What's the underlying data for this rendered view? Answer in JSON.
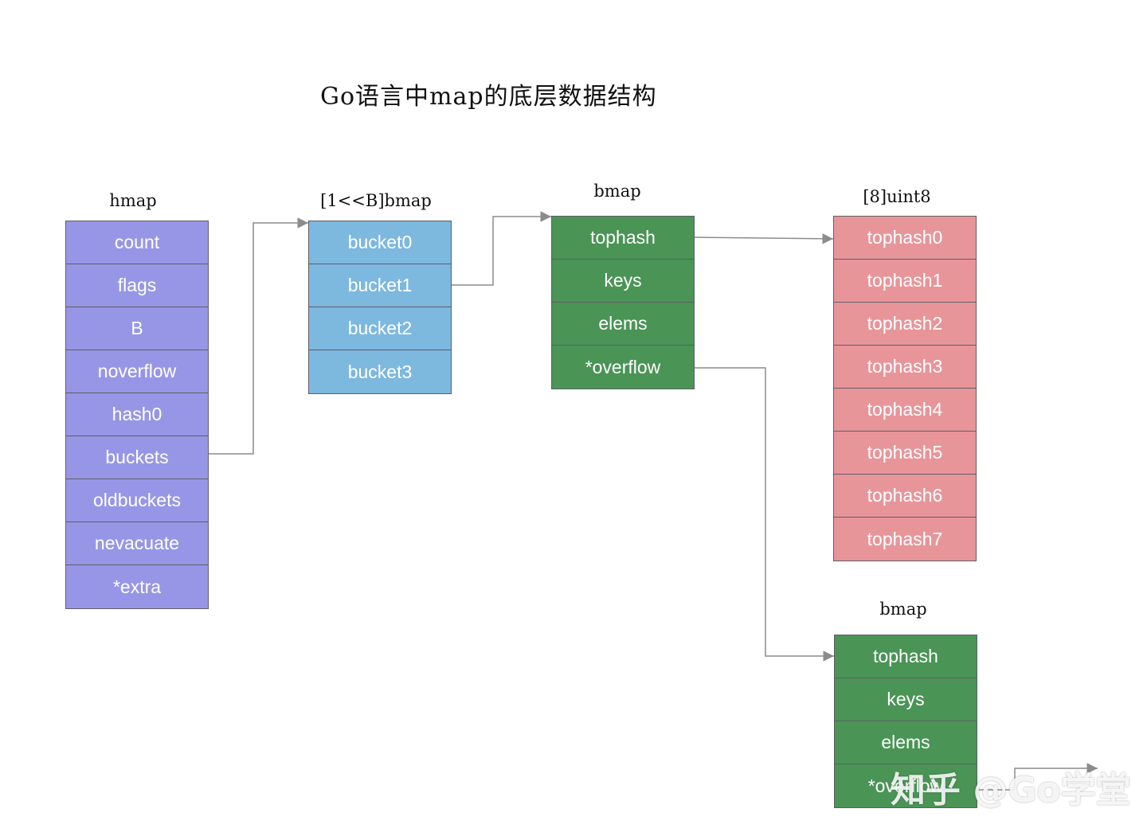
{
  "title": "Go语言中map的底层数据结构",
  "hmap": {
    "label": "hmap",
    "fields": [
      "count",
      "flags",
      "B",
      "noverflow",
      "hash0",
      "buckets",
      "oldbuckets",
      "nevacuate",
      "*extra"
    ]
  },
  "bucket_array": {
    "label": "[1<<B]bmap",
    "fields": [
      "bucket0",
      "bucket1",
      "bucket2",
      "bucket3"
    ]
  },
  "bmap": {
    "label": "bmap",
    "fields": [
      "tophash",
      "keys",
      "elems",
      "*overflow"
    ]
  },
  "tophash_array": {
    "label": "[8]uint8",
    "fields": [
      "tophash0",
      "tophash1",
      "tophash2",
      "tophash3",
      "tophash4",
      "tophash5",
      "tophash6",
      "tophash7"
    ]
  },
  "overflow_bmap": {
    "label": "bmap",
    "fields": [
      "tophash",
      "keys",
      "elems",
      "*overflow"
    ]
  },
  "watermark": "知乎 @Go学堂",
  "colors": {
    "hmap": "#9796e6",
    "buckets": "#7db8df",
    "bmap": "#4a9456",
    "tophash": "#e8959a",
    "arrow": "#8c8c8c"
  }
}
